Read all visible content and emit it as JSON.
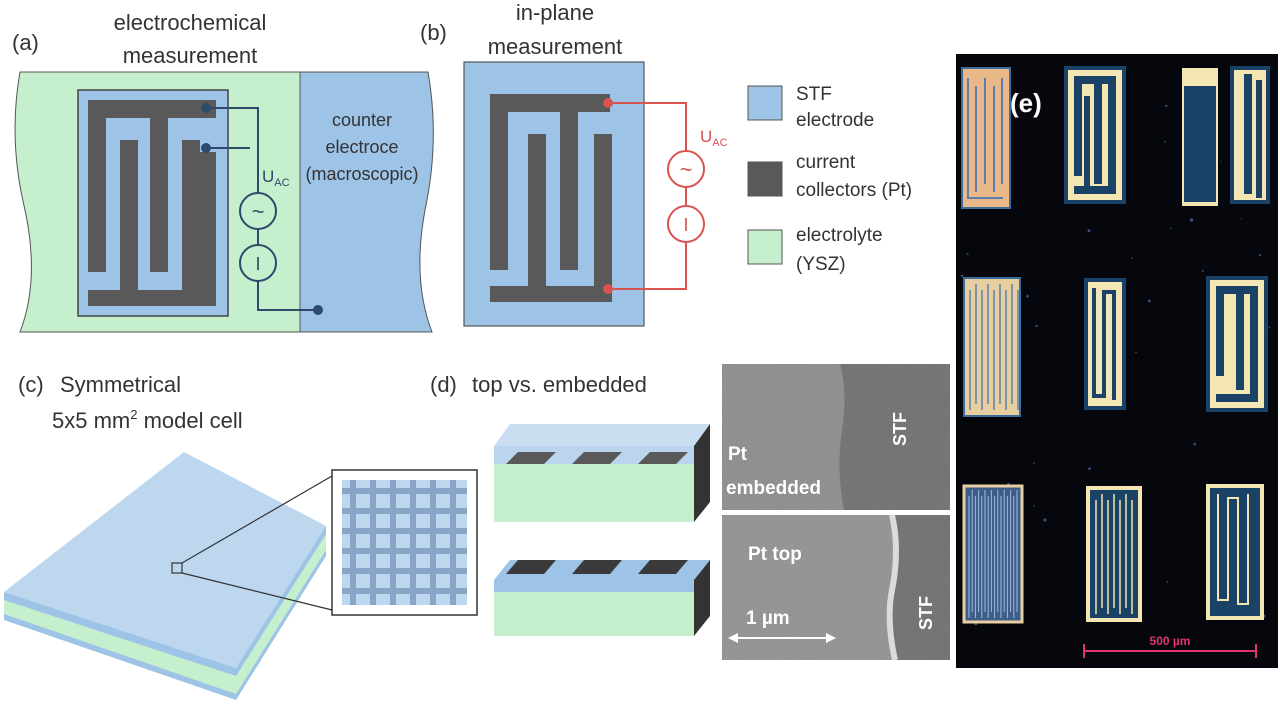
{
  "panel_a": {
    "label": "(a)",
    "title_line1": "electrochemical",
    "title_line2": "measurement",
    "counter_line1": "counter",
    "counter_line2": "electroce",
    "counter_line3": "(macroscopic)",
    "voltage_main": "U",
    "voltage_sub": "AC",
    "ac_symbol": "~",
    "current_symbol": "I"
  },
  "panel_b": {
    "label": "(b)",
    "title_line1": "in-plane",
    "title_line2": "measurement",
    "voltage_main": "U",
    "voltage_sub": "AC",
    "ac_symbol": "~",
    "current_symbol": "I"
  },
  "legend": [
    {
      "line1": "STF",
      "line2": "electrode",
      "color": "#9dc3e6"
    },
    {
      "line1": "current",
      "line2": "collectors (Pt)",
      "color": "#595959"
    },
    {
      "line1": "electrolyte",
      "line2": "(YSZ)",
      "color": "#c6efce"
    }
  ],
  "panel_c": {
    "label": "(c)",
    "title_line1": "Symmetrical",
    "title_line2_pre": "5x5 mm",
    "title_line2_sup": "2",
    "title_line2_post": " model cell"
  },
  "panel_d": {
    "label": "(d)",
    "title": "top vs. embedded",
    "sem1_pt": "Pt",
    "sem1_embedded": "embedded",
    "sem1_stf": "STF",
    "sem2_pt": "Pt top",
    "sem2_stf": "STF",
    "scale": "1 µm"
  },
  "panel_e": {
    "label": "(e)",
    "scale": "500 µm"
  },
  "colors": {
    "stf": "#9dc3e6",
    "pt": "#595959",
    "ysz": "#c6efce",
    "wire_a": "#2e4a6b",
    "wire_b": "#d9534f",
    "micro_bg": "#05070c",
    "scale_red": "#e3336b"
  }
}
